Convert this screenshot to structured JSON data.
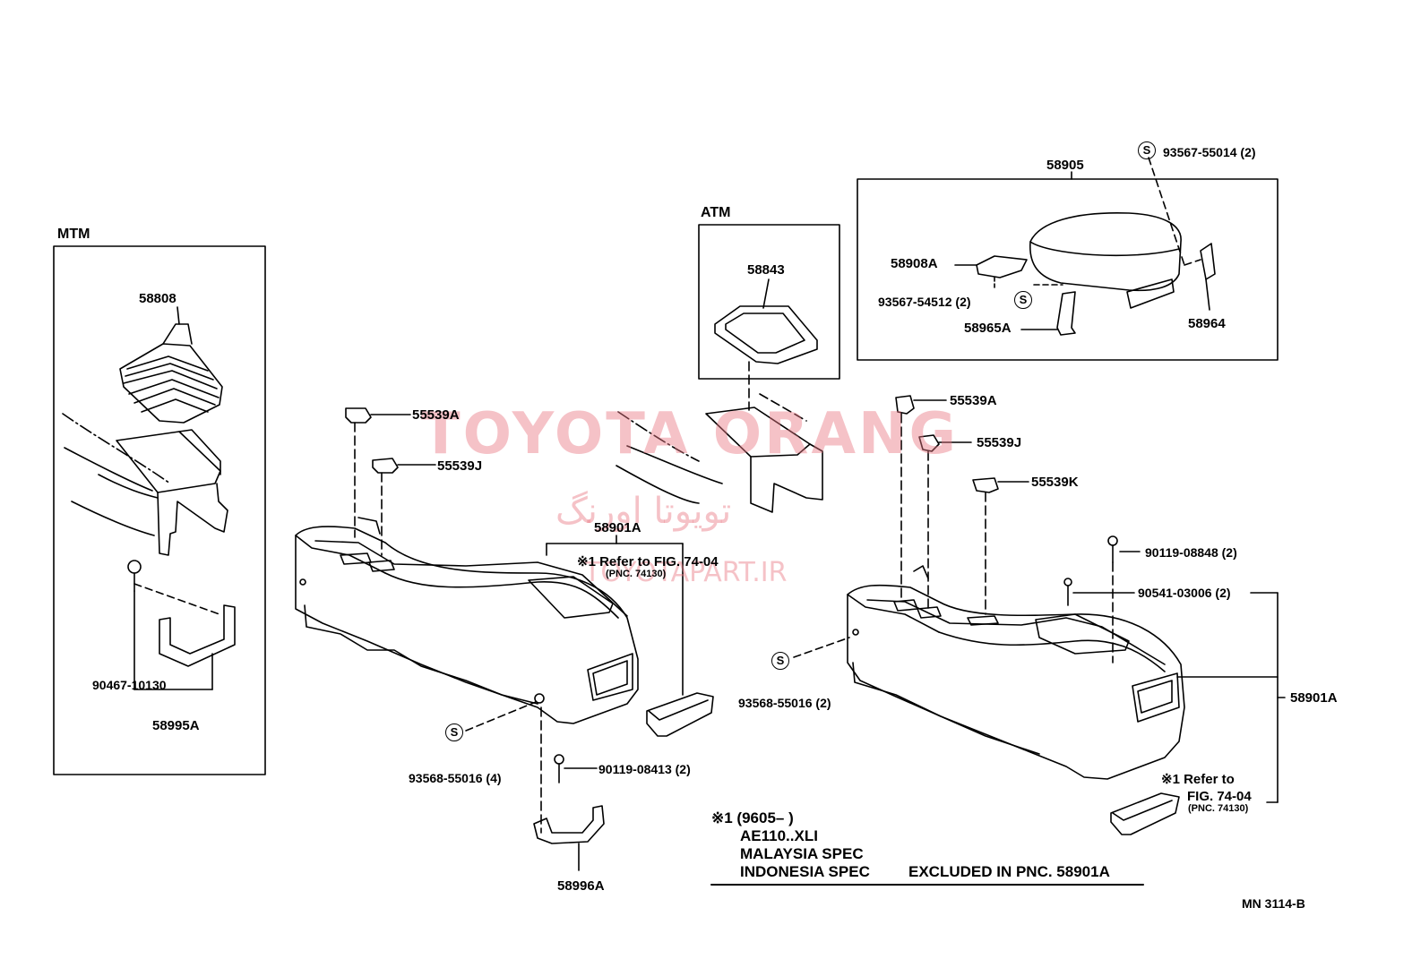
{
  "groups": {
    "mtm": "MTM",
    "atm": "ATM"
  },
  "parts": {
    "p58808": "58808",
    "p90467": "90467-10130",
    "p58995A": "58995A",
    "p58843": "58843",
    "p58905": "58905",
    "p93567_55014": "93567-55014 (2)",
    "p58908A": "58908A",
    "p93567_54512": "93567-54512 (2)",
    "p58965A": "58965A",
    "p58964": "58964",
    "p55539A_left": "55539A",
    "p55539J_left": "55539J",
    "p58901A_left": "58901A",
    "p93568_left": "93568-55016 (4)",
    "p90119_08413": "90119-08413 (2)",
    "p58996A": "58996A",
    "p55539A_right": "55539A",
    "p55539J_right": "55539J",
    "p55539K": "55539K",
    "p90119_08848": "90119-08848 (2)",
    "p90541": "90541-03006 (2)",
    "p58901A_right": "58901A",
    "p93568_right": "93568-55016 (2)"
  },
  "refs": {
    "left_ref": "※1 Refer to FIG. 74-04",
    "left_pnc": "(PNC. 74130)",
    "right_ref_1": "※1 Refer to",
    "right_ref_2": "FIG. 74-04",
    "right_pnc": "(PNC. 74130)"
  },
  "footnote": {
    "line1": "※1 (9605–       )",
    "line2": "AE110..XLI",
    "line3": "MALAYSIA SPEC",
    "line4": "INDONESIA SPEC",
    "excluded": "EXCLUDED IN PNC. 58901A"
  },
  "s_mark": "S",
  "page_code": "MN 3114-B",
  "watermark": {
    "brand": "TOYOTA ORANG",
    "brand_fa": "تویوتا اورنگ",
    "url": "TOYOTAPART.IR"
  }
}
